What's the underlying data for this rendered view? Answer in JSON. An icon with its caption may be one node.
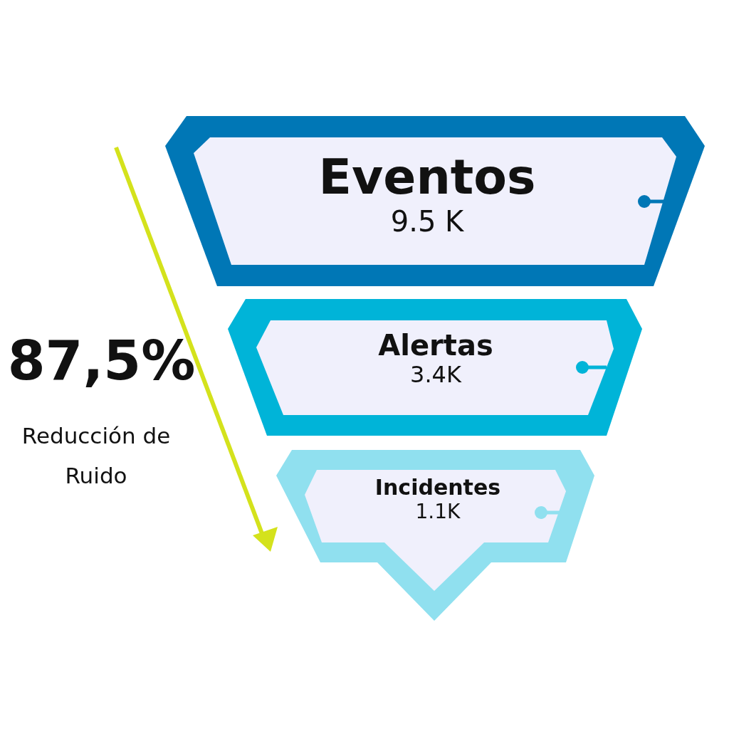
{
  "diagram": {
    "nodes": [
      {
        "text": [
          "Eventos",
          "9.5 K"
        ]
      },
      {
        "text": [
          "Alertas",
          "3.4K"
        ]
      },
      {
        "text": [
          "Incidentes",
          "1.1K"
        ]
      }
    ],
    "edges": [],
    "labels": [
      "87,5%",
      "Reducción de Ruido"
    ]
  }
}
